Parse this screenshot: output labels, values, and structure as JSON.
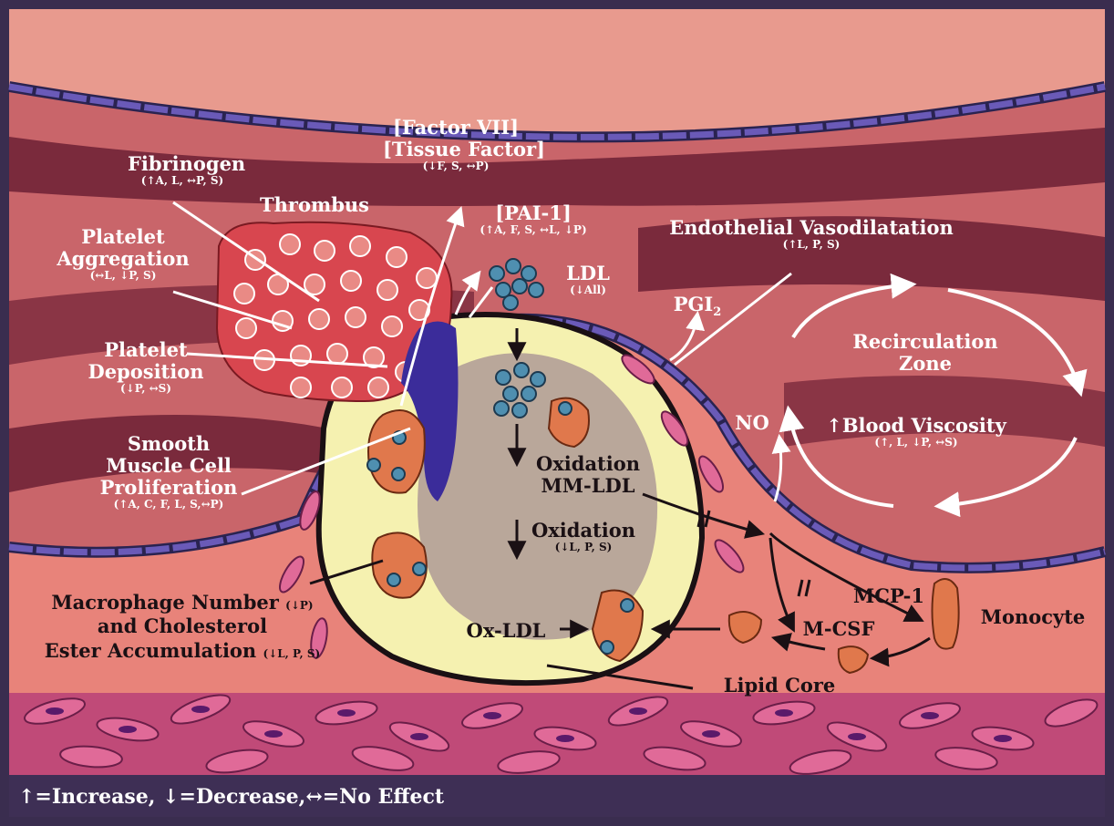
{
  "colors": {
    "frame": "#3a2d4f",
    "lumen": "#d97b74",
    "muscle_band": "#6e2535",
    "muscle_light": "#93404d",
    "endothelium": "#5b4fa8",
    "plaque_cap": "#f5f1b0",
    "lipid_core": "#b9a79a",
    "thrombus": "#d8464f",
    "ldl_particle": "#4f8fb0",
    "macrophage": "#e0784c",
    "text_light": "#ffffff",
    "text_dark": "#1a1014"
  },
  "labels": {
    "fibrinogen": {
      "title": "Fibrinogen",
      "effects": "(↑A, L, ↔P, S)"
    },
    "thrombus": "Thrombus",
    "factor_vii": {
      "title1": "[Factor VII]",
      "title2": "[Tissue Factor]",
      "effects": "(↓F, S, ↔P)"
    },
    "pai1": {
      "title": "[PAI-1]",
      "effects": "(↑A, F, S, ↔L, ↓P)"
    },
    "ldl": {
      "title": "LDL",
      "effects": "(↓All)"
    },
    "endothelial_vasodilatation": {
      "title": "Endothelial Vasodilatation",
      "effects": "(↑L, P, S)"
    },
    "platelet_aggregation": {
      "title1": "Platelet",
      "title2": "Aggregation",
      "effects": "(↔L, ↓P, S)"
    },
    "pgi2": {
      "main": "PGI",
      "sub": "2"
    },
    "platelet_deposition": {
      "title1": "Platelet",
      "title2": "Deposition",
      "effects": "(↓P, ↔S)"
    },
    "recirculation_zone": {
      "line1": "Recirculation",
      "line2": "Zone"
    },
    "no": "NO",
    "blood_viscosity": {
      "arrow": "↑",
      "title": "Blood Viscosity",
      "effects": "(↑, L, ↓P, ↔S)"
    },
    "smooth_muscle": {
      "line1": "Smooth",
      "line2": "Muscle Cell",
      "line3": "Proliferation",
      "effects": "(↑A, C, F, L, S,↔P)"
    },
    "oxidation_mm": {
      "line1": "Oxidation",
      "line2": "MM-LDL"
    },
    "oxidation2": {
      "title": "Oxidation",
      "effects": "(↓L, P, S)"
    },
    "macrophage": {
      "line1": "Macrophage Number",
      "line1_effect": "(↓P)",
      "line2": "and Cholesterol",
      "line3": "Ester Accumulation",
      "line3_effect": "(↓L, P, S)"
    },
    "mcp1": "MCP-1",
    "monocyte": "Monocyte",
    "ox_ldl": "Ox-LDL",
    "mcsf": "M-CSF",
    "lipid_core": "Lipid Core"
  },
  "legend": "↑=Increase, ↓=Decrease,↔=No Effect"
}
